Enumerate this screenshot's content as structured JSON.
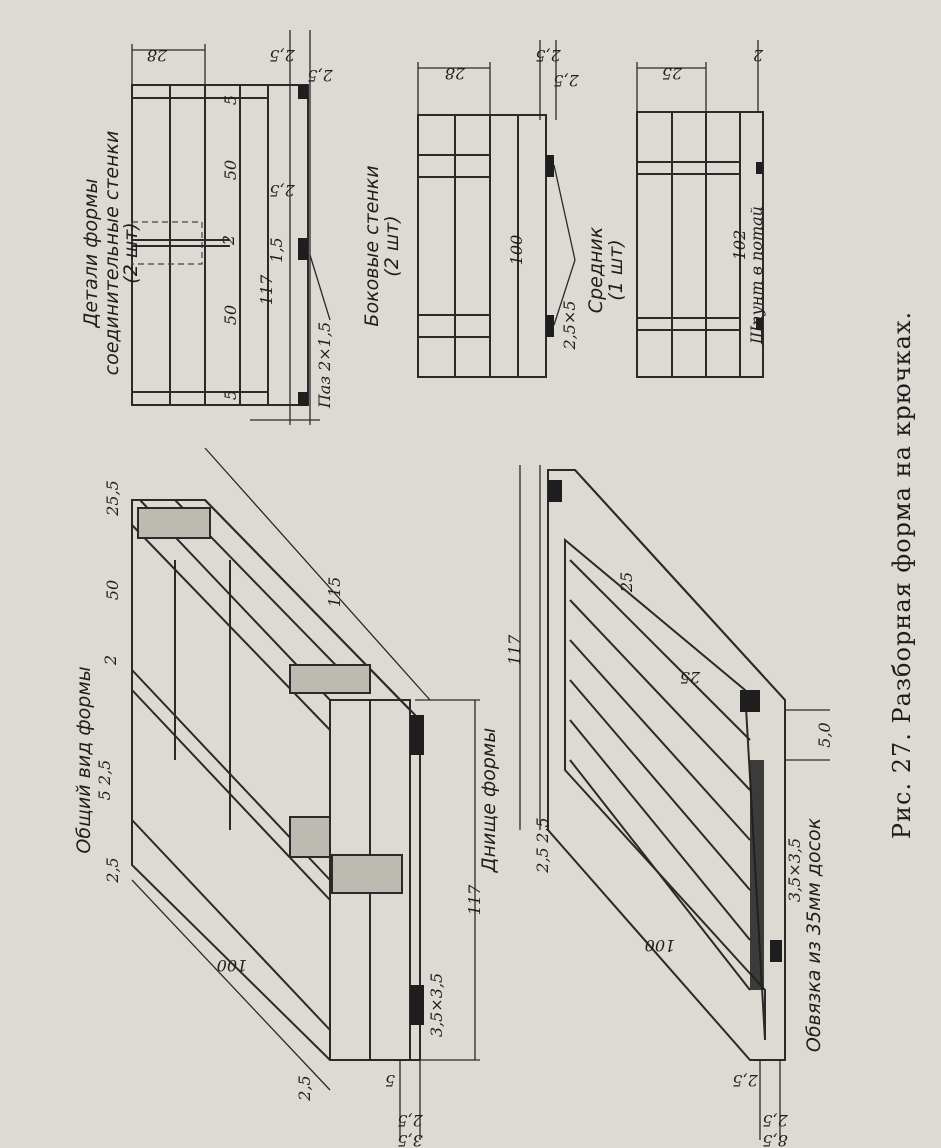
{
  "caption": "Рис. 27. Разборная форма на крючках.",
  "details": {
    "title_line1": "Детали формы",
    "connecting_walls": {
      "label_line1": "соединительные стенки",
      "label_line2": "(2 шт)",
      "dim_28": "28",
      "dim_2_5_top": "2,5",
      "dim_2_5_b": "2,5",
      "dim_5_left": "5",
      "dim_50_a": "50",
      "dim_2": "2",
      "dim_50_b": "50",
      "dim_5_right": "5",
      "dim_117": "117",
      "dim_2_5_mid": "2,5",
      "dim_1_5": "1,5",
      "groove": "Паз 2×1,5"
    },
    "side_walls": {
      "label_line1": "Боковые стенки",
      "label_line2": "(2 шт)",
      "dim_28": "28",
      "dim_2_5": "2,5",
      "dim_2_5_b": "2,5",
      "dim_100": "100",
      "dim_2_5x5": "2,5×5"
    },
    "middle": {
      "label_line1": "Средник",
      "label_line2": "(1 шт)",
      "dim_25": "25",
      "dim_2": "2",
      "dim_102": "102",
      "tongue": "Шпунт в потай"
    }
  },
  "general_view": {
    "label": "Общий вид формы",
    "dim_25_5": "25,5",
    "dim_50": "50",
    "dim_2": "2",
    "dim_115": "115",
    "dim_5_2_5": "5 2,5",
    "dim_2_5_a": "2,5",
    "dim_100": "100",
    "dim_2_5_b": "2,5",
    "dim_117": "117",
    "dim_3_5x3_5": "3,5×3,5",
    "dim_5": "5",
    "dim_2_5_c": "2,5",
    "dim_3_5": "3,5"
  },
  "bottom": {
    "label": "Днище формы",
    "dim_117": "117",
    "dim_2_5_top": "2,5",
    "dim_25_a": "25",
    "dim_2_5_b": "2,5",
    "dim_25_b": "25",
    "dim_100": "100",
    "dim_3_5x3_5": "3,5×3,5",
    "cladding": "Обвязка из 35мм досок",
    "dim_2_5_c": "2,5",
    "dim_5_0": "5,0",
    "dim_2_5_d": "2,5",
    "dim_8_5": "8,5"
  }
}
